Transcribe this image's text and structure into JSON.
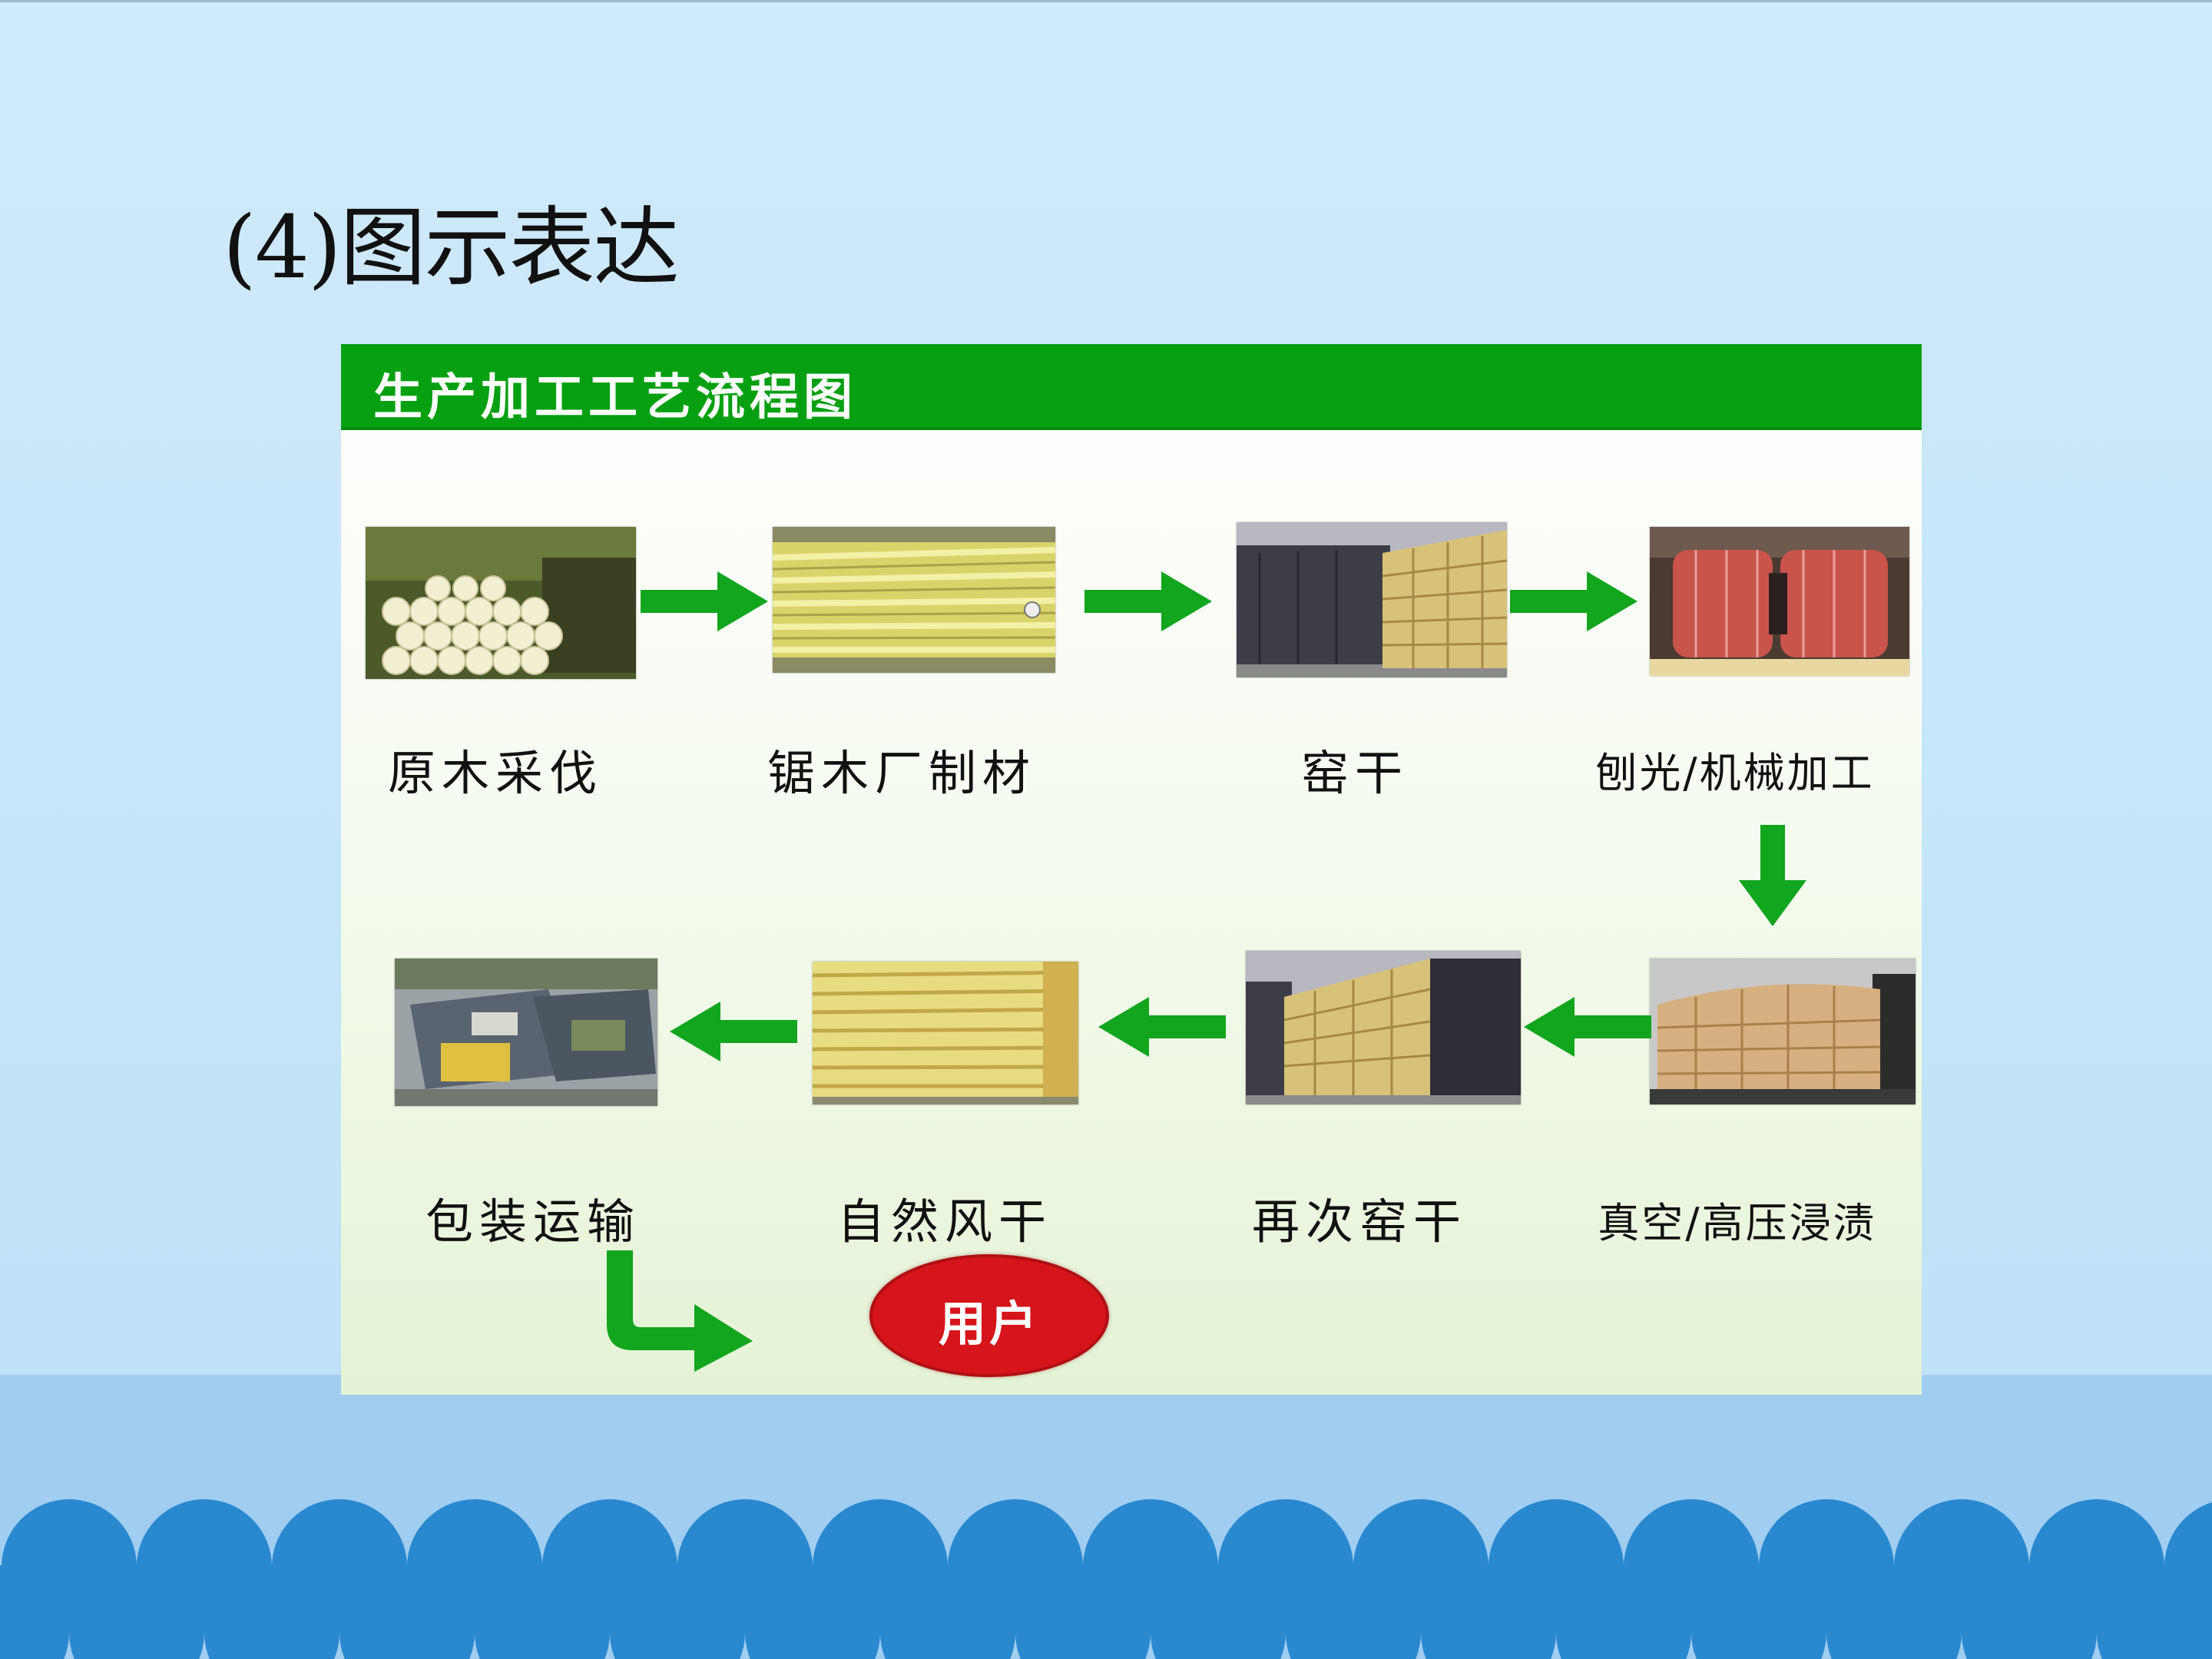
{
  "page": {
    "title": "(4)图示表达"
  },
  "diagram": {
    "title": "生产加工工艺流程图",
    "steps": [
      {
        "label": "原木采伐",
        "image": "logs-photo"
      },
      {
        "label": "锯木厂制材",
        "image": "sawmill-lumber-photo"
      },
      {
        "label": "窑干",
        "image": "kiln-drying-photo"
      },
      {
        "label": "刨光/机械加工",
        "image": "planer-machine-photo"
      },
      {
        "label": "真空/高压浸渍",
        "image": "vacuum-impregnation-photo"
      },
      {
        "label": "再次窑干",
        "image": "second-kiln-drying-photo"
      },
      {
        "label": "自然风干",
        "image": "air-drying-lumber-photo"
      },
      {
        "label": "包装运输",
        "image": "packaging-transport-photo"
      }
    ],
    "end": {
      "label": "用户"
    },
    "colors": {
      "header": "#07a013",
      "arrow": "#12a51e",
      "end_oval": "#d6141b",
      "background_top": "#c6e6f9",
      "waves": "#2a88cf"
    }
  }
}
